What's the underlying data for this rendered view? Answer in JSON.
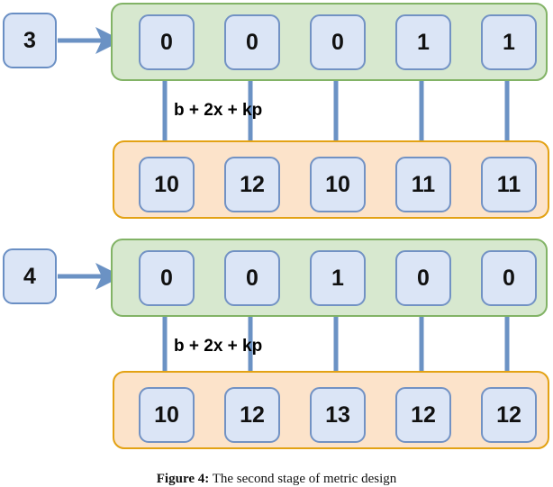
{
  "figure": {
    "type": "diagram",
    "description": "Two-block transformation diagram: a seed integer feeds a green row of binary digits, which is transformed by the expression b + 2x + kp into an orange row of integers.",
    "transform_label": "b + 2x + kp",
    "colors": {
      "green_container_fill": "#d7e8cf",
      "green_container_border": "#82b366",
      "orange_container_fill": "#fce3ca",
      "orange_container_border": "#e3a214",
      "cell_fill": "#dbe5f6",
      "cell_border": "#7292c4",
      "arrow": "#6b92c4",
      "text": "#111111"
    },
    "blocks": [
      {
        "seed": "3",
        "input_row": {
          "values": [
            "0",
            "0",
            "0",
            "1",
            "1"
          ]
        },
        "transform": "b + 2x + kp",
        "output_row": {
          "values": [
            "10",
            "12",
            "10",
            "11",
            "11"
          ]
        }
      },
      {
        "seed": "4",
        "input_row": {
          "values": [
            "0",
            "0",
            "1",
            "0",
            "0"
          ]
        },
        "transform": "b + 2x + kp",
        "output_row": {
          "values": [
            "10",
            "12",
            "13",
            "12",
            "12"
          ]
        }
      }
    ],
    "caption": {
      "label": "Figure 4:",
      "text": "The second stage of metric design"
    }
  }
}
